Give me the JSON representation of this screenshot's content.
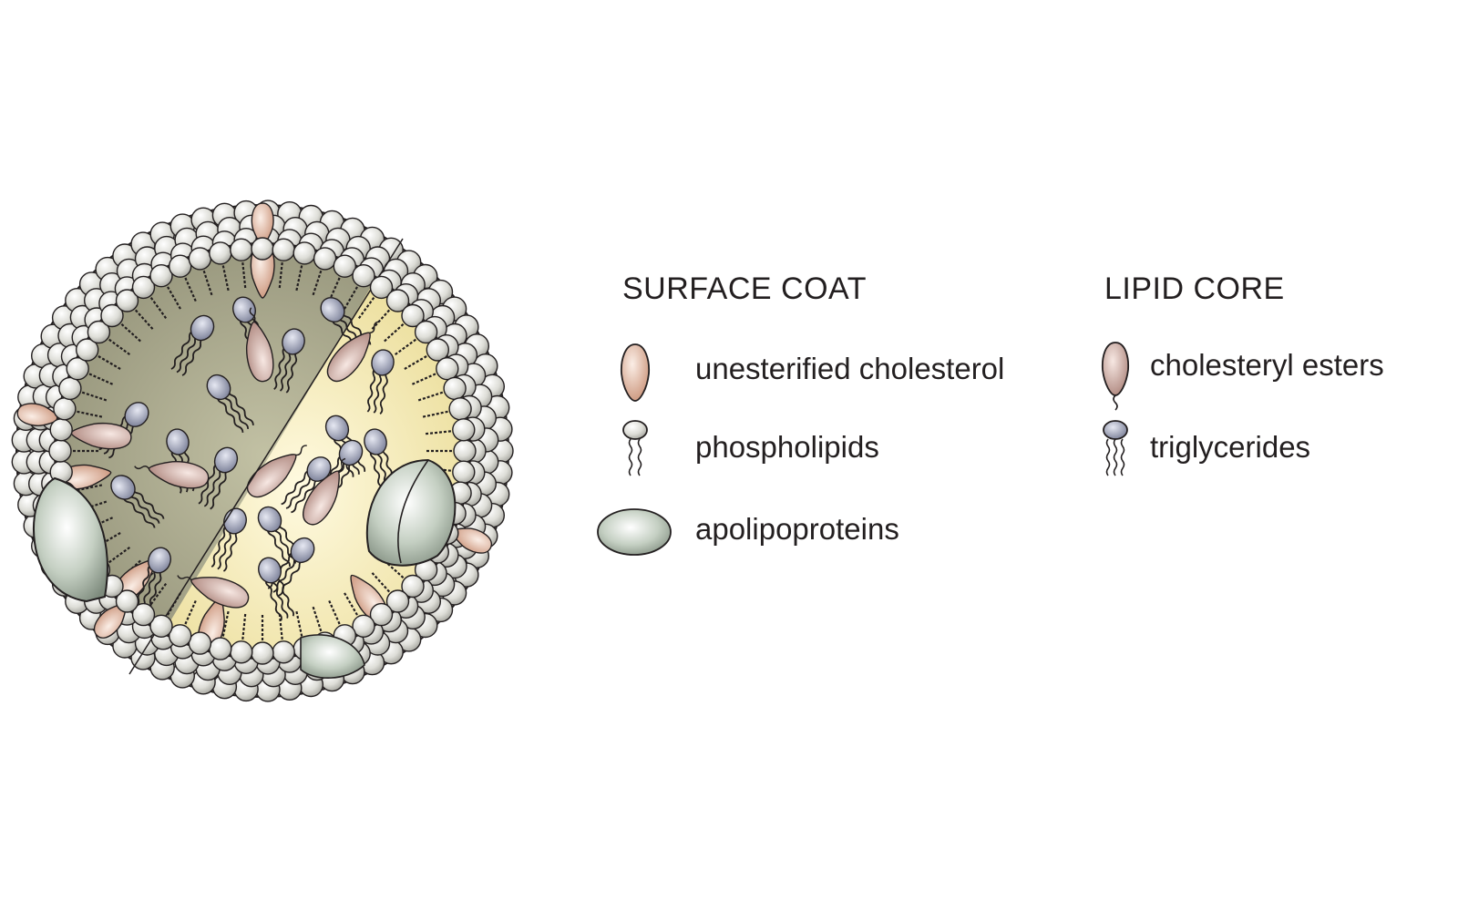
{
  "legend": {
    "surface_coat": {
      "heading": "SURFACE COAT",
      "items": [
        {
          "label": "unesterified cholesterol",
          "icon": "cholesterol-teardrop-icon"
        },
        {
          "label": "phospholipids",
          "icon": "phospholipid-icon"
        },
        {
          "label": "apolipoproteins",
          "icon": "apolipoprotein-ellipse-icon"
        }
      ]
    },
    "lipid_core": {
      "heading": "LIPID CORE",
      "items": [
        {
          "label": "cholesteryl esters",
          "icon": "cholesteryl-ester-icon"
        },
        {
          "label": "triglycerides",
          "icon": "triglyceride-icon"
        }
      ]
    }
  },
  "colors": {
    "phospholipid_head": "#e4e4df",
    "phospholipid_outline": "#231f20",
    "cholesterol": "#e7c1ad",
    "apolipoprotein": "#c6d0c3",
    "core_dark": "#a5a48a",
    "core_light": "#f4eab6",
    "triglyceride_head": "#9fa3b6"
  }
}
